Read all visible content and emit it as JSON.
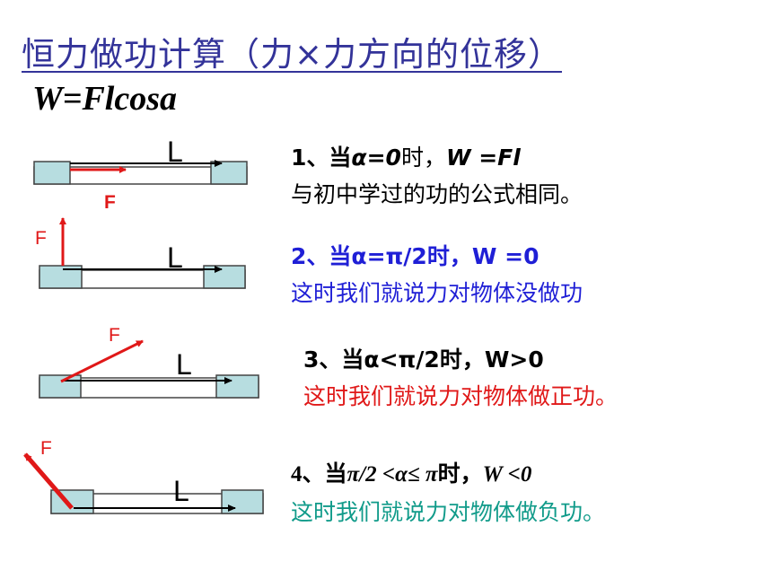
{
  "title": "恒力做功计算（力×力方向的位移）",
  "formula": "W=Flcosa",
  "cases": [
    {
      "num": "1、当",
      "cond": "α=0",
      "suffix": "时，",
      "result": "W =Fl",
      "desc": "与初中学过的功的公式相同。",
      "force_label": "F",
      "disp_label": "L",
      "color": "#000000"
    },
    {
      "num": "2、当",
      "cond": "α=π/2",
      "suffix": "时，",
      "result": "W =0",
      "desc": "这时我们就说力对物体没做功",
      "force_label": "F",
      "disp_label": "L",
      "color": "#1f1fd6"
    },
    {
      "num": "3、当",
      "cond": "α<π/2",
      "suffix": "时，",
      "result": "W>0",
      "desc": "这时我们就说力对物体做正功。",
      "force_label": "F",
      "disp_label": "L",
      "color": "#e01818"
    },
    {
      "num": "4、当",
      "cond": "π/2 <α≤ π",
      "suffix": "时，",
      "result": "W <0",
      "desc": "这时我们就说力对物体做负功。",
      "force_label": "F",
      "disp_label": "L",
      "color": "#119b8a"
    }
  ],
  "colors": {
    "title": "#333399",
    "force_arrow": "#e01818",
    "block_fill": "#b7dde0",
    "displacement": "#000000"
  }
}
